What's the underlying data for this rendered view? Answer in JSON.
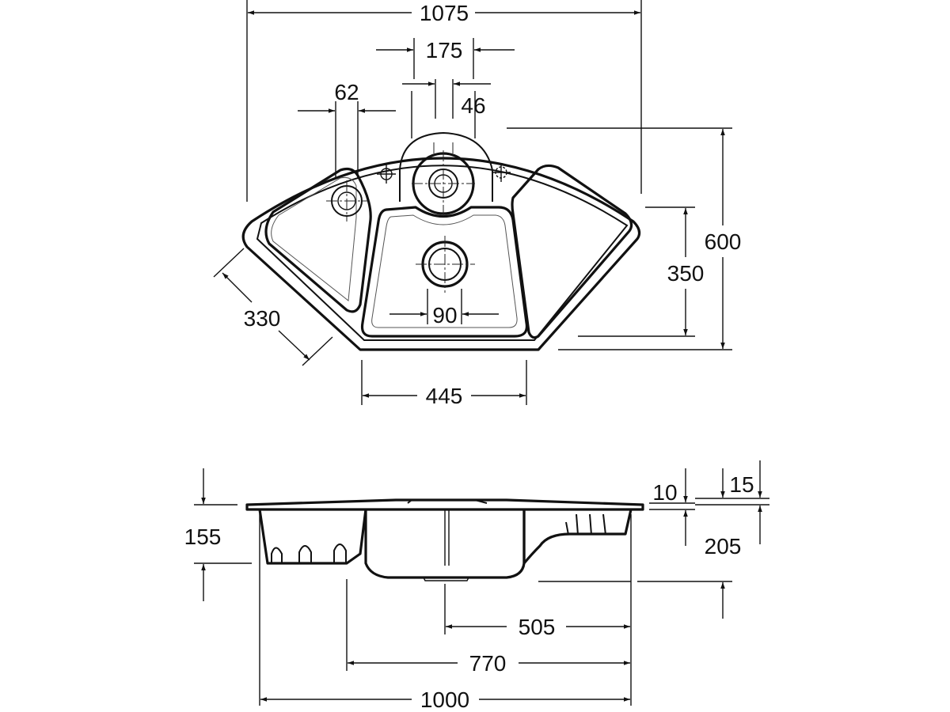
{
  "top_view": {
    "dimensions": {
      "overall_width": "1075",
      "center_span": "175",
      "hole_offset": "46",
      "left_hole_offset": "62",
      "overall_depth": "600",
      "bowl_depth": "350",
      "side_length": "330",
      "bowl_width": "445",
      "drain_diameter": "90"
    }
  },
  "side_view": {
    "dimensions": {
      "left_height": "155",
      "rim_step": "10",
      "rim_thickness": "15",
      "bowl_height": "205",
      "center_to_edge": "505",
      "bowl_span": "770",
      "overall_length": "1000"
    }
  }
}
